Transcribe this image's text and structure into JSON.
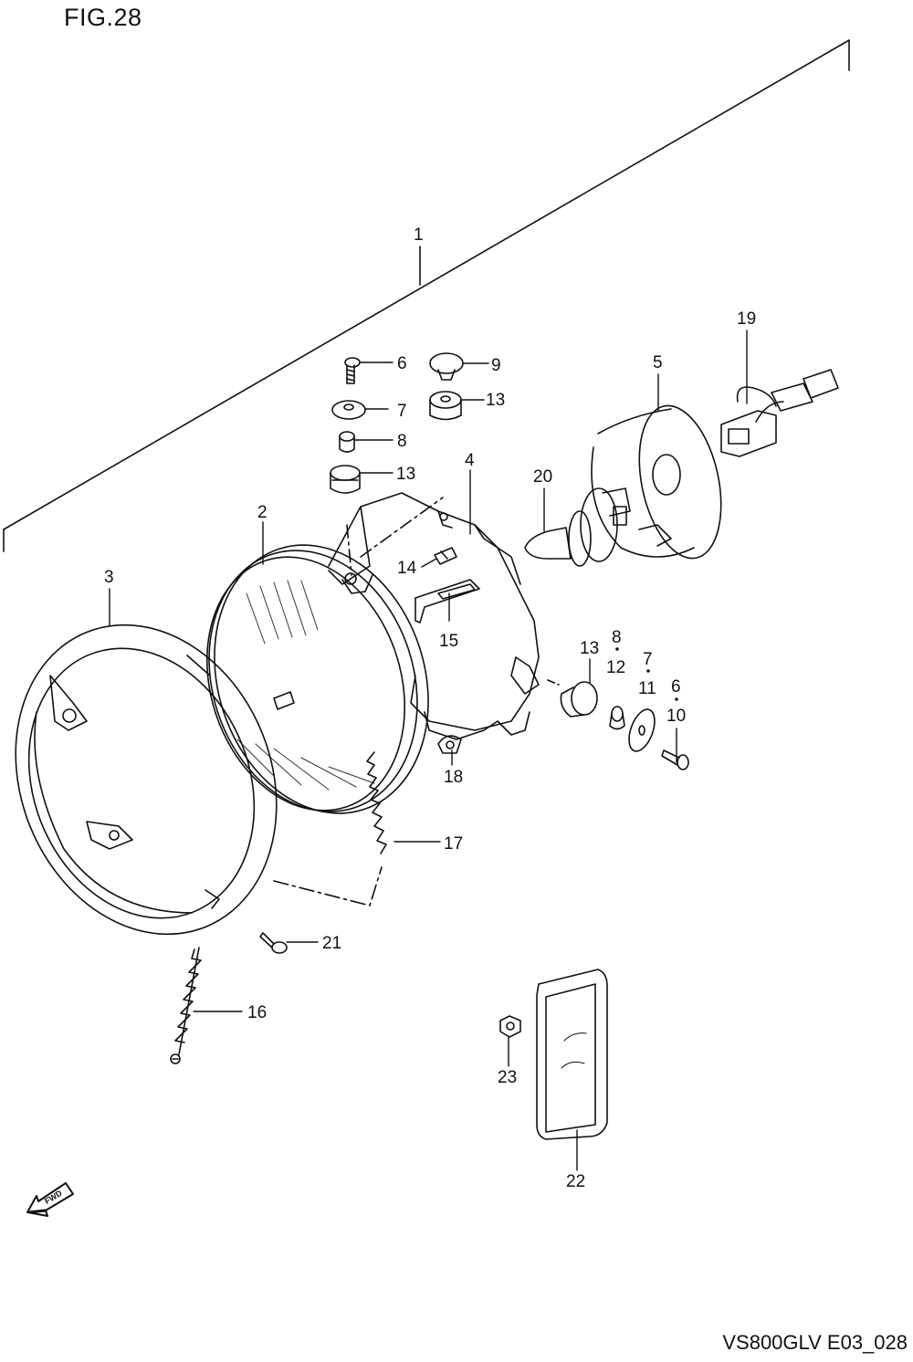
{
  "figure": {
    "title": "FIG.28",
    "code": "VS800GLV E03_028"
  },
  "fwd_icon": {
    "label": "FWD",
    "icon": "fwd-arrow-icon"
  },
  "callouts": [
    {
      "id": "c1",
      "text": "1"
    },
    {
      "id": "c2",
      "text": "2"
    },
    {
      "id": "c3",
      "text": "3"
    },
    {
      "id": "c4",
      "text": "4"
    },
    {
      "id": "c5",
      "text": "5"
    },
    {
      "id": "c6a",
      "text": "6"
    },
    {
      "id": "c7a",
      "text": "7"
    },
    {
      "id": "c8a",
      "text": "8"
    },
    {
      "id": "c9",
      "text": "9"
    },
    {
      "id": "c13a",
      "text": "13"
    },
    {
      "id": "c13b",
      "text": "13"
    },
    {
      "id": "c14",
      "text": "14"
    },
    {
      "id": "c15",
      "text": "15"
    },
    {
      "id": "c19",
      "text": "19"
    },
    {
      "id": "c20",
      "text": "20"
    },
    {
      "id": "c13c",
      "text": "13"
    },
    {
      "id": "c8b",
      "text": "8"
    },
    {
      "id": "c12",
      "text": "12"
    },
    {
      "id": "c7b",
      "text": "7"
    },
    {
      "id": "c11",
      "text": "11"
    },
    {
      "id": "c6b",
      "text": "6"
    },
    {
      "id": "c10",
      "text": "10"
    },
    {
      "id": "c18",
      "text": "18"
    },
    {
      "id": "c17",
      "text": "17"
    },
    {
      "id": "c21",
      "text": "21"
    },
    {
      "id": "c16",
      "text": "16"
    },
    {
      "id": "c23",
      "text": "23"
    },
    {
      "id": "c22",
      "text": "22"
    }
  ]
}
